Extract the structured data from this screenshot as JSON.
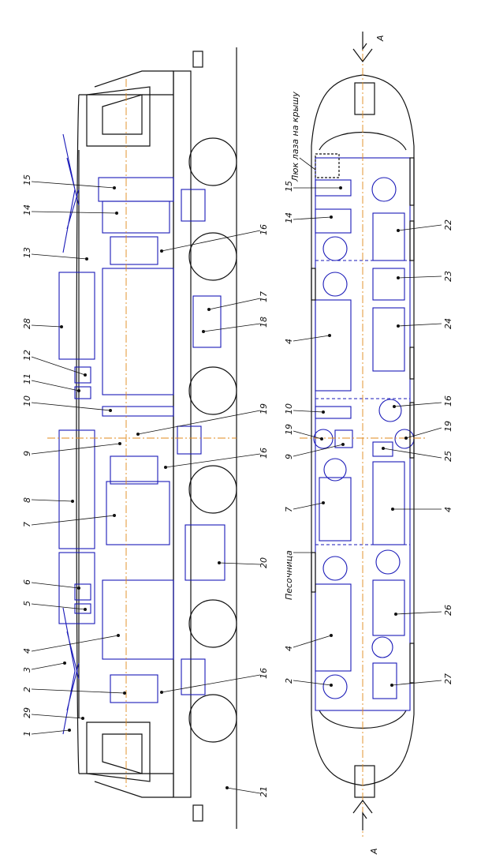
{
  "section_marker": "А",
  "side_view": {
    "callouts": [
      {
        "id": "c15",
        "text": "15"
      },
      {
        "id": "c14",
        "text": "14"
      },
      {
        "id": "c13",
        "text": "13"
      },
      {
        "id": "c28",
        "text": "28"
      },
      {
        "id": "c12",
        "text": "12"
      },
      {
        "id": "c11",
        "text": "11"
      },
      {
        "id": "c10",
        "text": "10"
      },
      {
        "id": "c9",
        "text": "9"
      },
      {
        "id": "c8",
        "text": "8"
      },
      {
        "id": "c7",
        "text": "7"
      },
      {
        "id": "c6",
        "text": "6"
      },
      {
        "id": "c5",
        "text": "5"
      },
      {
        "id": "c4",
        "text": "4"
      },
      {
        "id": "c3",
        "text": "3"
      },
      {
        "id": "c2",
        "text": "2"
      },
      {
        "id": "c29",
        "text": "29"
      },
      {
        "id": "c1",
        "text": "1"
      },
      {
        "id": "c16a",
        "text": "16"
      },
      {
        "id": "c17",
        "text": "17"
      },
      {
        "id": "c18",
        "text": "18"
      },
      {
        "id": "c19",
        "text": "19"
      },
      {
        "id": "c16b",
        "text": "16"
      },
      {
        "id": "c20",
        "text": "20"
      },
      {
        "id": "c16c",
        "text": "16"
      },
      {
        "id": "c21",
        "text": "21"
      }
    ]
  },
  "plan_view": {
    "hatch_note": "Люк лаза на крышу",
    "sandbox_note": "Песочница",
    "callouts": [
      {
        "id": "p15",
        "text": "15"
      },
      {
        "id": "p14",
        "text": "14"
      },
      {
        "id": "p4a",
        "text": "4"
      },
      {
        "id": "p10",
        "text": "10"
      },
      {
        "id": "p19a",
        "text": "19"
      },
      {
        "id": "p9",
        "text": "9"
      },
      {
        "id": "p7",
        "text": "7"
      },
      {
        "id": "p4b",
        "text": "4"
      },
      {
        "id": "p2",
        "text": "2"
      },
      {
        "id": "p22",
        "text": "22"
      },
      {
        "id": "p23",
        "text": "23"
      },
      {
        "id": "p24",
        "text": "24"
      },
      {
        "id": "p16",
        "text": "16"
      },
      {
        "id": "p19b",
        "text": "19"
      },
      {
        "id": "p25",
        "text": "25"
      },
      {
        "id": "p4c",
        "text": "4"
      },
      {
        "id": "p26",
        "text": "26"
      },
      {
        "id": "p27",
        "text": "27"
      }
    ]
  }
}
